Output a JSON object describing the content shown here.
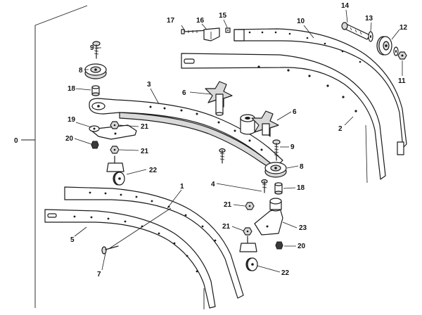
{
  "diagram": {
    "labels": {
      "c0": "0",
      "c1": "1",
      "c2": "2",
      "c3": "3",
      "c4": "4",
      "c5": "5",
      "c6a": "6",
      "c6b": "6",
      "c7": "7",
      "c8a": "8",
      "c8b": "8",
      "c9a": "9",
      "c9b": "9",
      "c10": "10",
      "c11": "11",
      "c12": "12",
      "c13": "13",
      "c14": "14",
      "c15": "15",
      "c16": "16",
      "c17": "17",
      "c18a": "18",
      "c18b": "18",
      "c19": "19",
      "c20a": "20",
      "c20b": "20",
      "c21a": "21",
      "c21b": "21",
      "c21c": "21",
      "c21d": "21",
      "c22a": "22",
      "c22b": "22",
      "c23": "23"
    }
  }
}
